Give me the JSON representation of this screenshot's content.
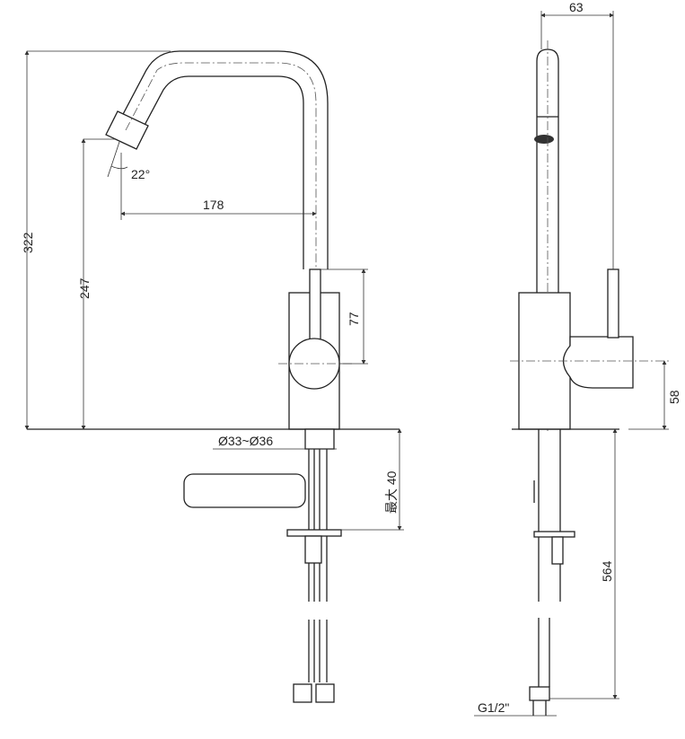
{
  "drawing": {
    "front_view": {
      "overall_height": "322",
      "spout_height": "247",
      "spout_reach": "178",
      "spout_angle": "22°",
      "lever_height": "77",
      "hole_diameter": "Ø33~Ø36",
      "max_counter_thickness": "最大 40"
    },
    "side_view": {
      "spout_offset": "63",
      "handle_axis_height": "58",
      "hose_length": "564",
      "thread_size": "G1/2\""
    }
  }
}
